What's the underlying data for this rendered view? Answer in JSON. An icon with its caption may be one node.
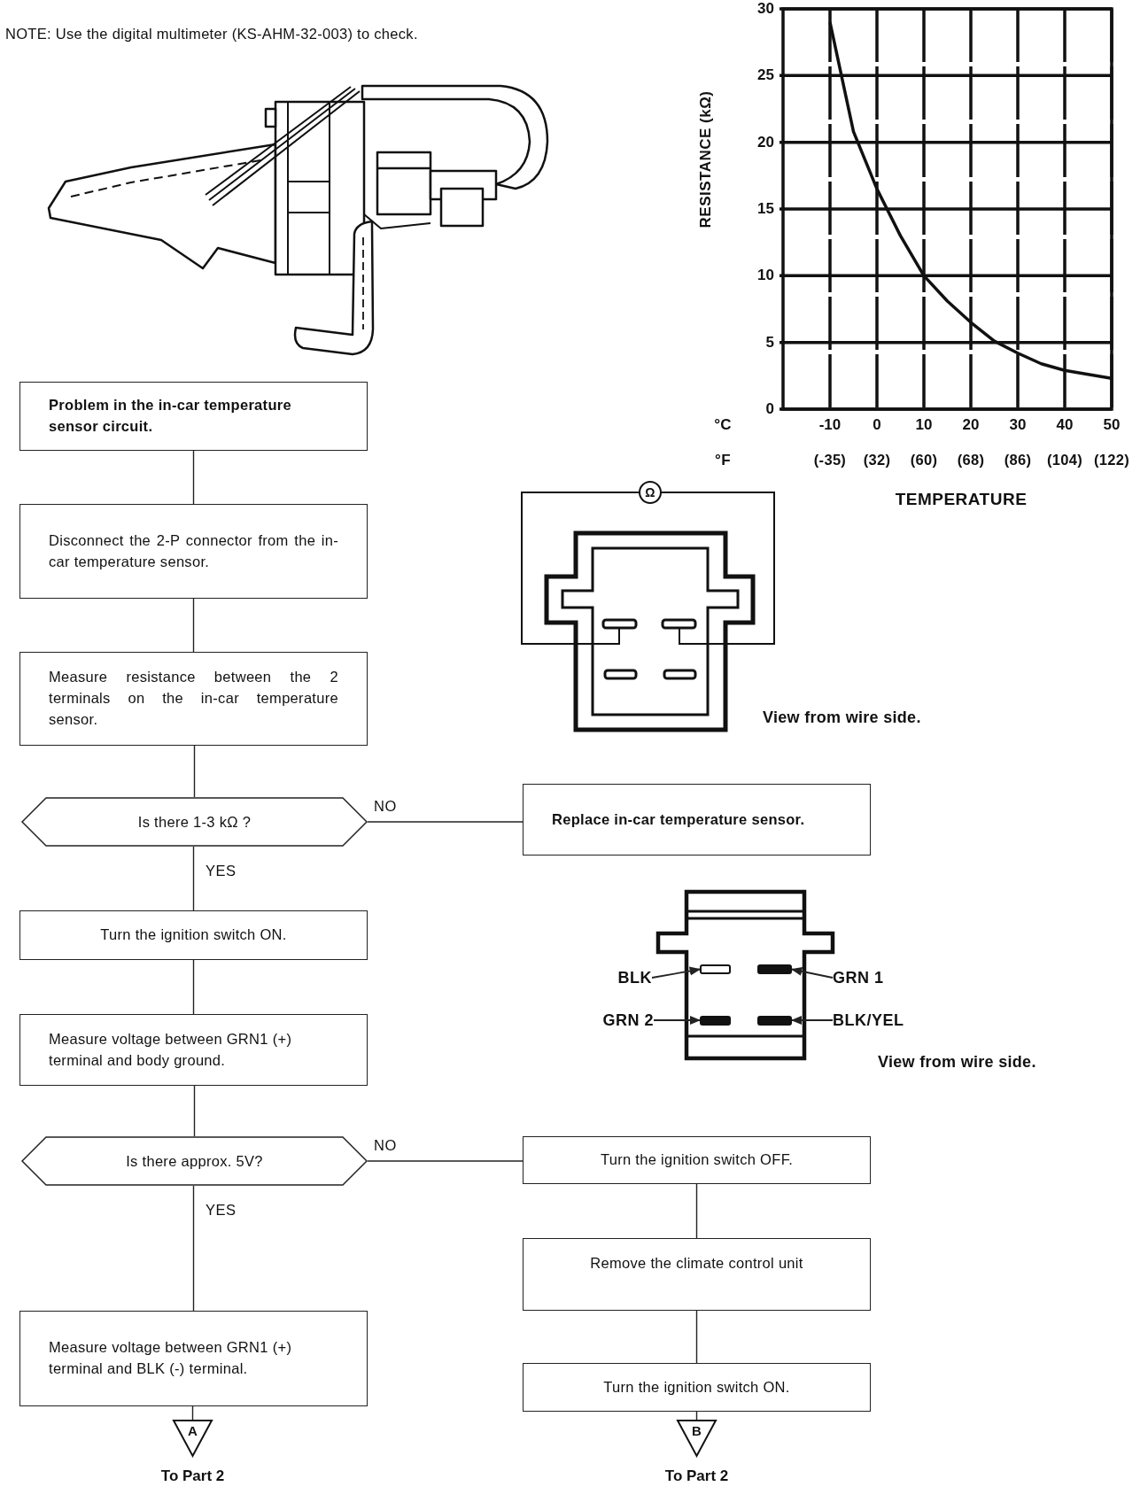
{
  "diagram": {
    "nodes": [
      {
        "text": [
          "Problem in the in-car temperature sensor circuit."
        ]
      },
      {
        "text": [
          "Disconnect the 2-P connector from the in-car temperature sensor."
        ]
      },
      {
        "text": [
          "Measure resistance between the 2 terminals on the in-car temperature sensor."
        ]
      },
      {
        "text": [
          "Is there 1-3 kΩ ?"
        ]
      },
      {
        "text": [
          "Replace in-car temperature sensor."
        ]
      },
      {
        "text": [
          "Turn the ignition switch ON."
        ]
      },
      {
        "text": [
          "Measure voltage between GRN1 (+) terminal and body ground."
        ]
      },
      {
        "text": [
          "Is there approx. 5V?"
        ]
      },
      {
        "text": [
          "Turn the ignition switch OFF."
        ]
      },
      {
        "text": [
          "Remove the climate control unit"
        ]
      },
      {
        "text": [
          "Turn the ignition switch ON."
        ]
      },
      {
        "text": [
          "Measure voltage between GRN1 (+) terminal and BLK (-) terminal."
        ]
      },
      {
        "text": [
          "A"
        ],
        "beside": [
          "To Part 2"
        ]
      },
      {
        "text": [
          "B"
        ],
        "beside": [
          "To Part 2"
        ]
      },
      {
        "text": [
          "BLK"
        ]
      },
      {
        "text": [
          "GRN 1"
        ]
      },
      {
        "text": [
          "GRN 2"
        ]
      },
      {
        "text": [
          "BLK/YEL"
        ]
      },
      {
        "text": [],
        "shape": "box"
      },
      {
        "text": [],
        "shape": "box"
      },
      {
        "text": [],
        "shape": "box"
      },
      {
        "text": [],
        "shape": "box"
      }
    ],
    "edges": [
      {
        "from": 0,
        "to": 1,
        "arrow": "none"
      },
      {
        "from": 1,
        "to": 2,
        "arrow": "none"
      },
      {
        "from": 2,
        "to": 3,
        "arrow": "none"
      },
      {
        "from": 3,
        "to": 4,
        "arrow": "none",
        "label": "NO"
      },
      {
        "from": 3,
        "to": 5,
        "arrow": "none",
        "label": "YES"
      },
      {
        "from": 5,
        "to": 6,
        "arrow": "none"
      },
      {
        "from": 6,
        "to": 7,
        "arrow": "none"
      },
      {
        "from": 7,
        "to": 8,
        "arrow": "none",
        "label": "NO"
      },
      {
        "from": 7,
        "to": 11,
        "arrow": "none",
        "label": "YES"
      },
      {
        "from": 8,
        "to": 9,
        "arrow": "none"
      },
      {
        "from": 9,
        "to": 10,
        "arrow": "none"
      },
      {
        "from": 11,
        "to": 12,
        "arrow": "none"
      },
      {
        "from": 10,
        "to": 13,
        "arrow": "none"
      },
      {
        "from": 14,
        "to": 18,
        "arrow": "to"
      },
      {
        "from": 15,
        "to": 19,
        "arrow": "to"
      },
      {
        "from": 16,
        "to": 20,
        "arrow": "to"
      },
      {
        "from": 17,
        "to": 21,
        "arrow": "to"
      }
    ],
    "labels": [
      "NOTE: Use the digital multimeter (KS-AHM-32-003) to check.",
      "Ω",
      "View from wire side.",
      "View from wire side.",
      "°C",
      "°F",
      "(-35)",
      "(32)",
      "(60)",
      "(68)",
      "(86)",
      "(104)",
      "(122)"
    ],
    "chart_data": {
      "type": "line",
      "xlabel": "TEMPERATURE",
      "ylabel": "RESISTANCE (kΩ)",
      "x": [
        -10,
        -5,
        0,
        5,
        10,
        15,
        20,
        25,
        30,
        35,
        40,
        45,
        50
      ],
      "series": [
        {
          "color": "#111111",
          "values": [
            29,
            20.8,
            16.5,
            13,
            10,
            8.1,
            6.5,
            5.1,
            4.2,
            3.4,
            2.9,
            2.6,
            2.3
          ]
        }
      ],
      "xlim": [
        -20,
        50
      ],
      "ylim": [
        0,
        30
      ],
      "xticks": [
        -10,
        0,
        10,
        20,
        30,
        40,
        50
      ],
      "yticks": [
        0,
        5,
        10,
        15,
        20,
        25,
        30
      ],
      "grid": true
    }
  }
}
